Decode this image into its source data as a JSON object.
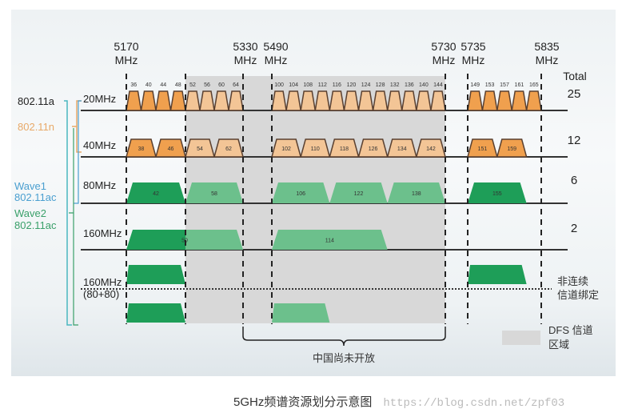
{
  "freq_markers": [
    {
      "freq": 5170,
      "label": "5170",
      "unit": "MHz"
    },
    {
      "freq": 5330,
      "label": "5330",
      "unit": "MHz"
    },
    {
      "freq": 5490,
      "label": "5490",
      "unit": "MHz"
    },
    {
      "freq": 5730,
      "label": "5730",
      "unit": "MHz"
    },
    {
      "freq": 5735,
      "label": "5735",
      "unit": "MHz"
    },
    {
      "freq": 5835,
      "label": "5835",
      "unit": "MHz"
    }
  ],
  "standards": [
    {
      "label": "802.11a",
      "color": "#222222"
    },
    {
      "label": "802.11n",
      "color": "#e8a968"
    },
    {
      "label": "Wave1",
      "label2": "802.11ac",
      "color": "#4a9fd0"
    },
    {
      "label": "Wave2",
      "label2": "802.11ac",
      "color": "#3aa06a"
    }
  ],
  "totals_header": "Total",
  "rows": [
    {
      "label": "20MHz",
      "total": "25",
      "width": 20,
      "kind": "orange",
      "channels": [
        36,
        40,
        44,
        48,
        52,
        56,
        60,
        64,
        100,
        104,
        108,
        112,
        116,
        120,
        124,
        128,
        132,
        136,
        140,
        144,
        149,
        153,
        157,
        161,
        165
      ]
    },
    {
      "label": "40MHz",
      "total": "12",
      "width": 40,
      "kind": "orange",
      "channels": [
        38,
        46,
        54,
        62,
        102,
        110,
        118,
        126,
        134,
        142,
        151,
        159
      ]
    },
    {
      "label": "80MHz",
      "total": "6",
      "width": 80,
      "kind": "green",
      "channels": [
        42,
        58,
        106,
        122,
        138,
        155
      ]
    },
    {
      "label": "160MHz",
      "total": "2",
      "width": 160,
      "kind": "green",
      "channels": [
        50,
        114
      ]
    }
  ],
  "row_80_80": {
    "label": "160MHz",
    "label2": "(80+80)",
    "upper": [
      42,
      155
    ],
    "lower": [
      42,
      106
    ]
  },
  "dfs_range": [
    5250,
    5730
  ],
  "colors": {
    "orange": "#f0a04e",
    "orange_dfs": "#f3c596",
    "green": "#1e9e58",
    "green_dfs": "#6cc08c",
    "dfs": "#d8d8d8"
  },
  "annotations": {
    "non_contiguous": [
      "非连续",
      "信道绑定"
    ],
    "dfs_legend": [
      "DFS 信道",
      "区域"
    ],
    "china_closed": "中国尚未开放"
  },
  "caption": "5GHz频谱资源划分示意图",
  "watermark": "https://blog.csdn.net/zpf03"
}
